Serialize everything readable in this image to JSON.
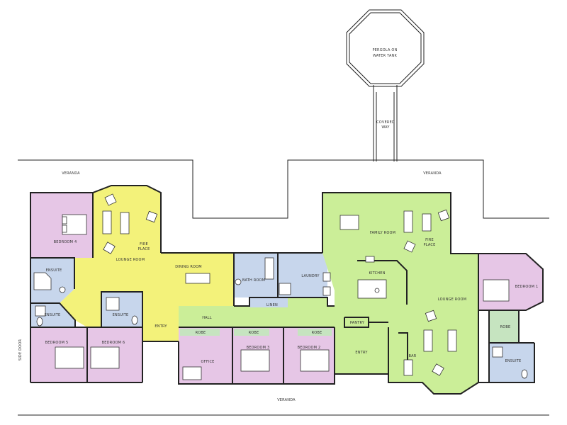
{
  "colors": {
    "bedroom": "#e6c6e6",
    "wet": "#c7d6ec",
    "living": "#f3f27a",
    "family": "#cbee98",
    "robe": "#c6e4c0",
    "wall": "#222222"
  },
  "labels": {
    "pergola_1": "PERGOLA ON",
    "pergola_2": "WATER TANK",
    "covered_1": "COVERED",
    "covered_2": "WAY",
    "veranda_left": "VERANDA",
    "veranda_right": "VERANDA",
    "veranda_bottom": "VERANDA",
    "bedroom4": "BEDROOM 4",
    "lounge_left": "LOUNGE ROOM",
    "fire_left_1": "FIRE",
    "fire_left_2": "PLACE",
    "dining": "DINING ROOM",
    "ensuite_left_top": "ENSUITE",
    "ensuite_left_mid": "ENSUITE",
    "ensuite_left_right": "ENSUITE",
    "bedroom5": "BEDROOM 5",
    "bedroom6": "BEDROOM 6",
    "entry_left": "ENTRY",
    "hall": "HALL",
    "bathroom": "BATH ROOM",
    "laundry": "LAUNDRY",
    "linen": "LINEN",
    "robe_office": "ROBE",
    "robe_bed3": "ROBE",
    "robe_bed2": "ROBE",
    "office": "OFFICE",
    "bedroom3": "BEDROOM 3",
    "bedroom2": "BEDROOM 2",
    "family_room": "FAMILY ROOM",
    "fire_right_1": "FIRE",
    "fire_right_2": "PLACE",
    "kitchen": "KITCHEN",
    "pantry": "PANTRY",
    "entry_right": "ENTRY",
    "bar": "BAR",
    "lounge_right": "LOUNGE ROOM",
    "bedroom1": "BEDROOM 1",
    "robe_right": "ROBE",
    "ensuite_right": "ENSUITE",
    "side_door": "SIDE DOOR"
  }
}
